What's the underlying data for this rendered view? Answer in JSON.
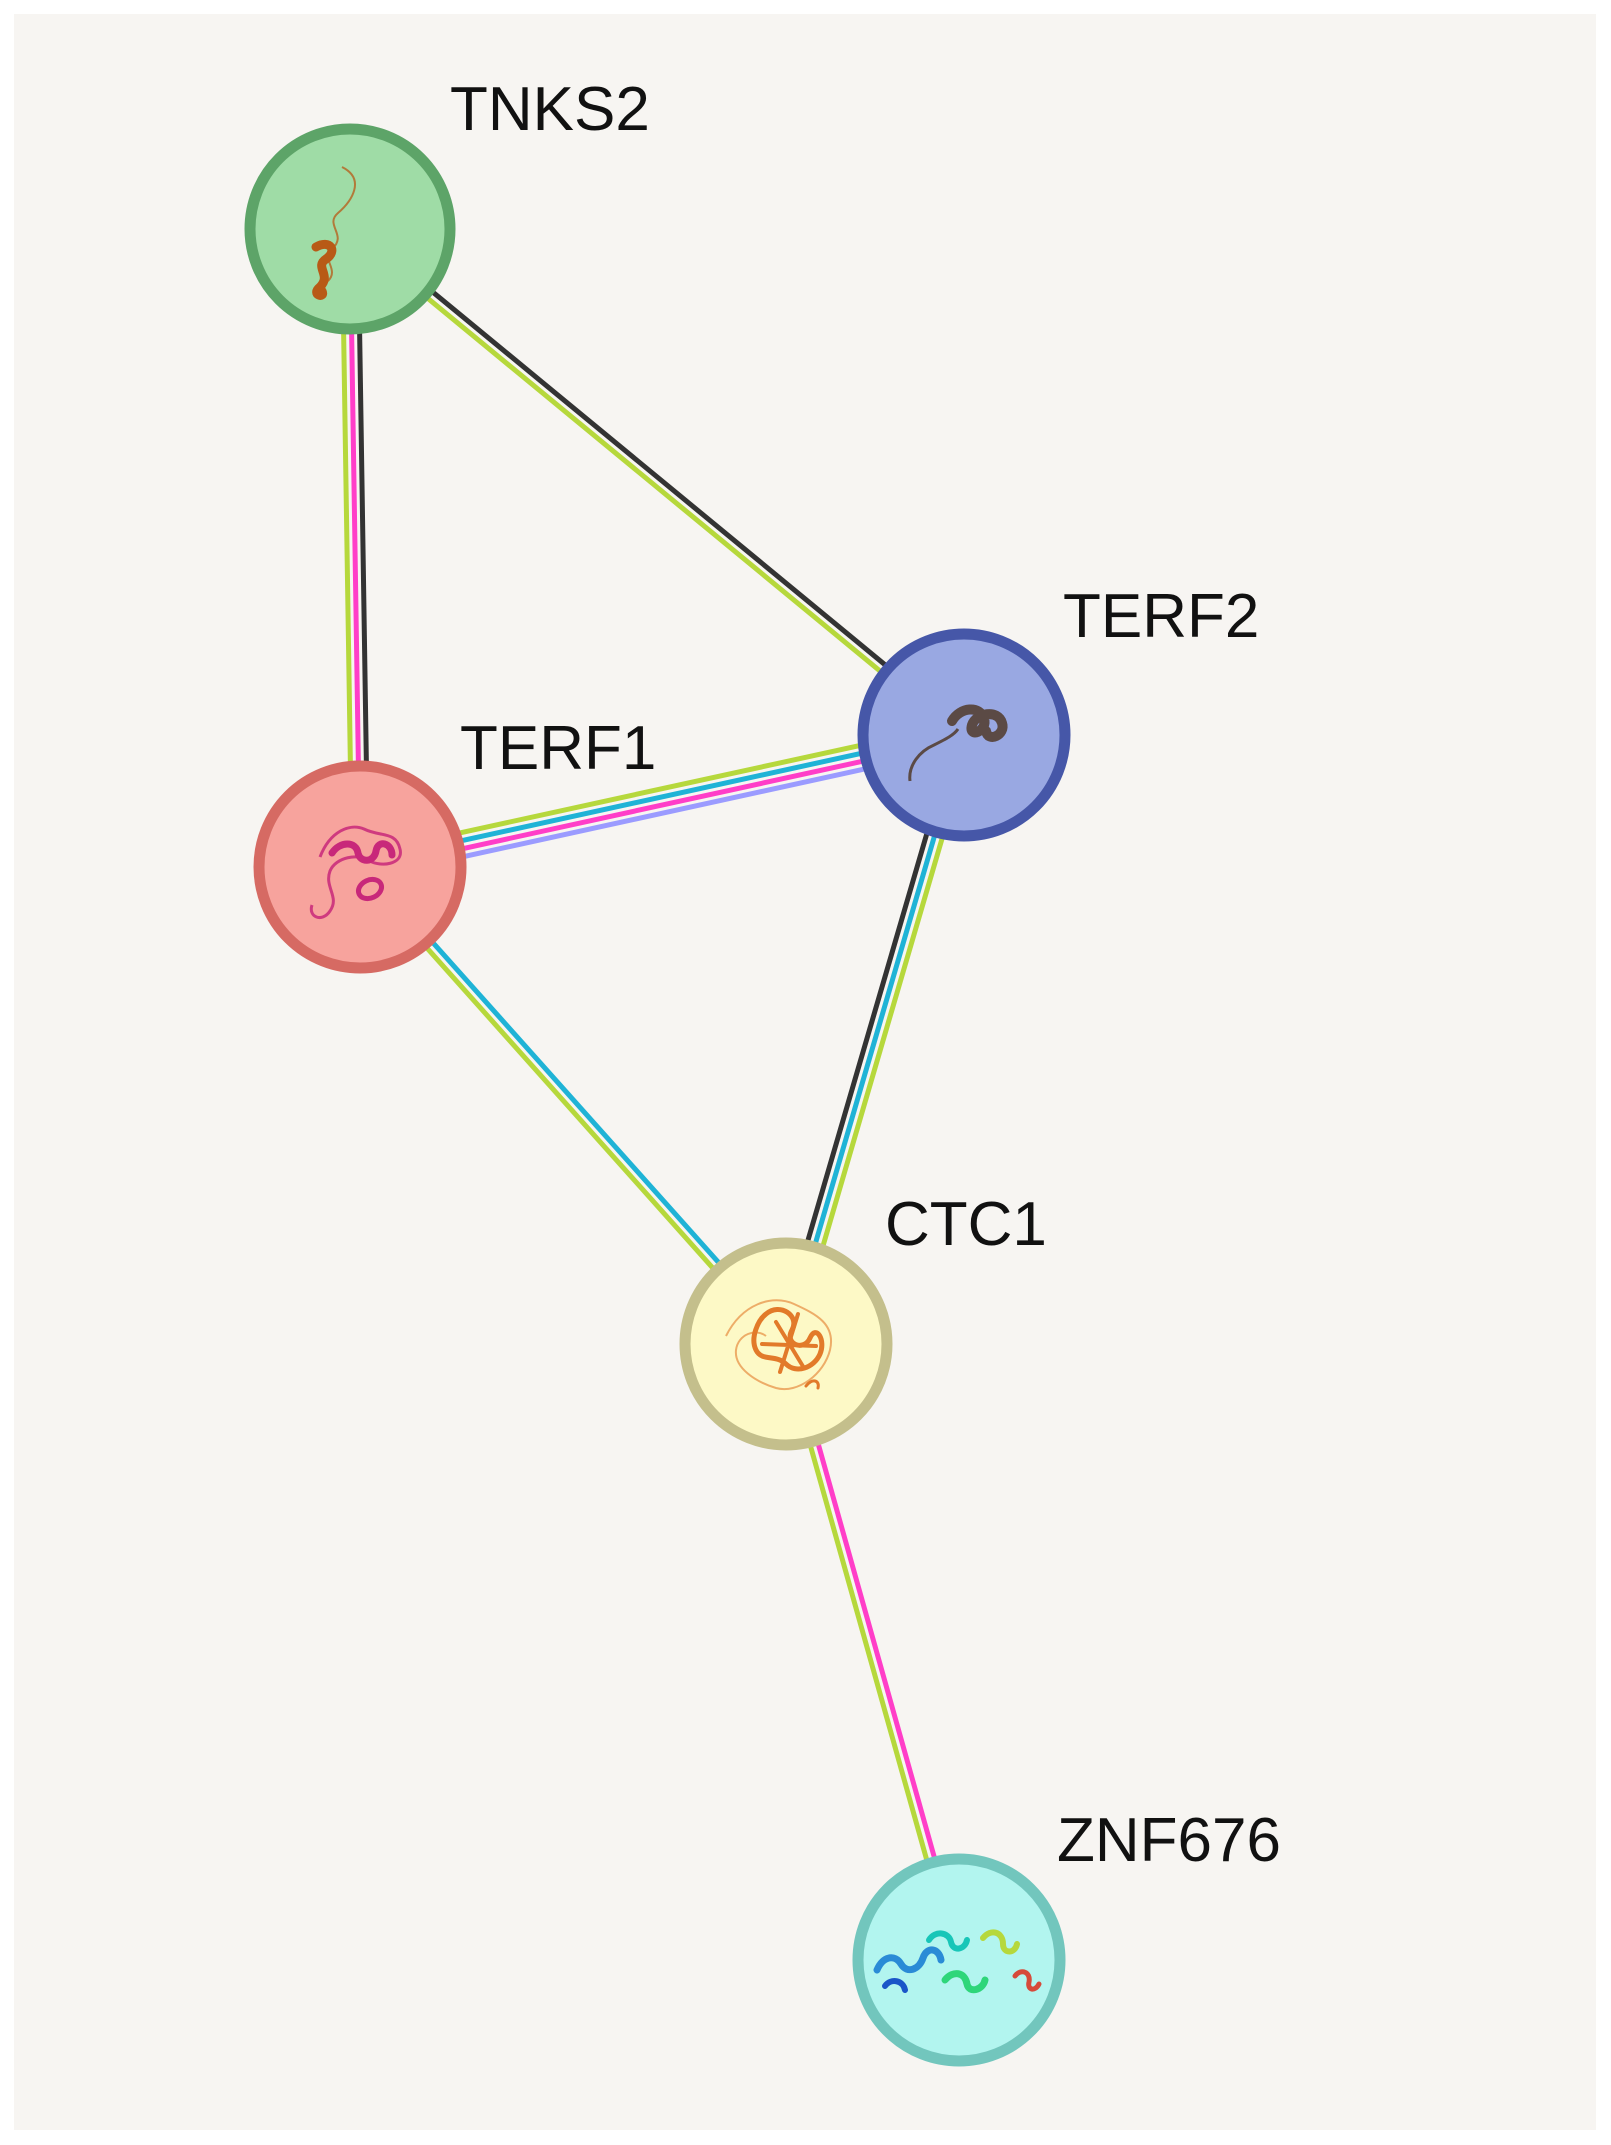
{
  "background_color": "#f7f5f2",
  "nodes": [
    {
      "id": "TNKS2",
      "label": "TNKS2",
      "fill": "#9fdca6",
      "stroke": "#5da468",
      "icon": "protein-structure-icon",
      "structure_color": "#b85a16"
    },
    {
      "id": "TERF2",
      "label": "TERF2",
      "fill": "#99a8e2",
      "stroke": "#4657a8",
      "icon": "protein-structure-icon",
      "structure_color": "#5b4a45"
    },
    {
      "id": "TERF1",
      "label": "TERF1",
      "fill": "#f7a39d",
      "stroke": "#d66a63",
      "icon": "protein-structure-icon",
      "structure_color": "#c8287a"
    },
    {
      "id": "CTC1",
      "label": "CTC1",
      "fill": "#fdf9c6",
      "stroke": "#c4bf8c",
      "icon": "protein-structure-icon",
      "structure_color": "#e27a2a"
    },
    {
      "id": "ZNF676",
      "label": "ZNF676",
      "fill": "#b2f5ef",
      "stroke": "#72c6bd",
      "icon": "protein-structure-icon",
      "structure_color": "#2a8bd6"
    }
  ],
  "edges": [
    {
      "source": "TNKS2",
      "target": "TERF2",
      "colors": [
        "#333333",
        "#b6d83c"
      ]
    },
    {
      "source": "TNKS2",
      "target": "TERF1",
      "colors": [
        "#333333",
        "#ff3ec8",
        "#b6d83c"
      ]
    },
    {
      "source": "TERF1",
      "target": "TERF2",
      "colors": [
        "#b6d83c",
        "#1fb3d6",
        "#ff3ec8",
        "#9b9bff"
      ]
    },
    {
      "source": "TERF1",
      "target": "CTC1",
      "colors": [
        "#1fb3d6",
        "#b6d83c"
      ]
    },
    {
      "source": "TERF2",
      "target": "CTC1",
      "colors": [
        "#b6d83c",
        "#1fb3d6",
        "#333333"
      ]
    },
    {
      "source": "CTC1",
      "target": "ZNF676",
      "colors": [
        "#ff3ec8",
        "#b6d83c"
      ]
    }
  ]
}
